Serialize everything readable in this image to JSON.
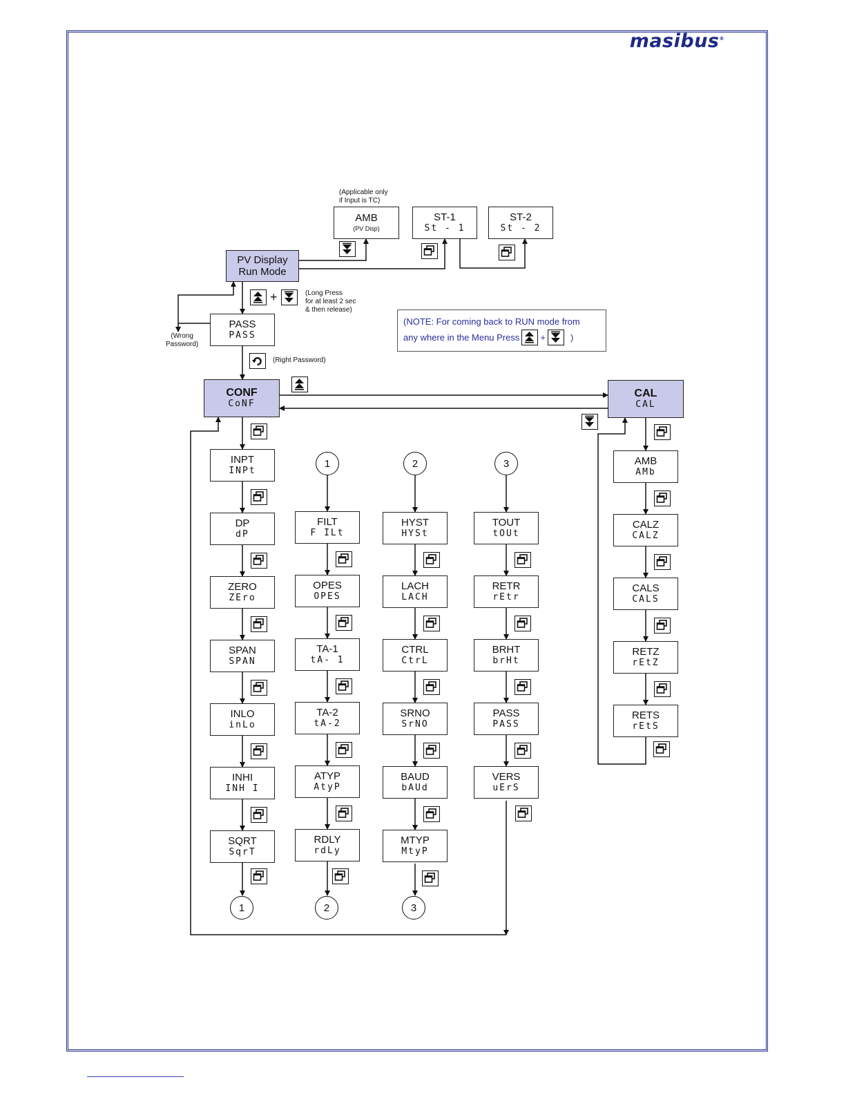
{
  "brand": {
    "logo_text": "masibus",
    "trademark": "®",
    "accent": "#1f2a86",
    "box_fill": "#c9c9e9"
  },
  "notes": {
    "amb_applicable": [
      "(Applicable only",
      "if Input is TC)"
    ],
    "long_press": [
      "(Long Press",
      "for at least 2 sec",
      "& then release)"
    ],
    "wrong_password": [
      "(Wrong",
      "Password)"
    ],
    "right_password": "(Right Password)"
  },
  "note_box": {
    "line1": "(NOTE: For coming back to RUN mode from",
    "line2": "any where in the Menu Press",
    "plus": "+",
    "close": ")"
  },
  "plus_sign": "+",
  "top": {
    "pv": {
      "line1": "PV Display",
      "line2": "Run Mode"
    },
    "amb": {
      "title": "AMB",
      "sub": "(PV Disp)"
    },
    "st1": {
      "title": "ST-1",
      "disp": "St - 1"
    },
    "st2": {
      "title": "ST-2",
      "disp": "St - 2"
    },
    "pass": {
      "title": "PASS",
      "disp": "PASS"
    }
  },
  "modes": {
    "conf": {
      "title": "CONF",
      "disp": "CoNF"
    },
    "cal": {
      "title": "CAL",
      "disp": "CAL"
    }
  },
  "columns": [
    [
      {
        "title": "INPT",
        "disp": "INPt"
      },
      {
        "title": "DP",
        "disp": "dP"
      },
      {
        "title": "ZERO",
        "disp": "ZEro"
      },
      {
        "title": "SPAN",
        "disp": "SPAN"
      },
      {
        "title": "INLO",
        "disp": "inLo"
      },
      {
        "title": "INHI",
        "disp": "INH I"
      },
      {
        "title": "SQRT",
        "disp": "SqrT"
      }
    ],
    [
      {
        "title": "FILT",
        "disp": "F ILt"
      },
      {
        "title": "OPES",
        "disp": "OPES"
      },
      {
        "title": "TA-1",
        "disp": "tA- 1"
      },
      {
        "title": "TA-2",
        "disp": "tA-2"
      },
      {
        "title": "ATYP",
        "disp": "AtyP"
      },
      {
        "title": "RDLY",
        "disp": "rdLy"
      }
    ],
    [
      {
        "title": "HYST",
        "disp": "HYSt"
      },
      {
        "title": "LACH",
        "disp": "LACH"
      },
      {
        "title": "CTRL",
        "disp": "CtrL"
      },
      {
        "title": "SRNO",
        "disp": "SrNO"
      },
      {
        "title": "BAUD",
        "disp": "bAUd"
      },
      {
        "title": "MTYP",
        "disp": "MtyP"
      }
    ],
    [
      {
        "title": "TOUT",
        "disp": "tOUt"
      },
      {
        "title": "RETR",
        "disp": "rEtr"
      },
      {
        "title": "BRHT",
        "disp": "brHt"
      },
      {
        "title": "PASS",
        "disp": "PASS"
      },
      {
        "title": "VERS",
        "disp": "uErS"
      }
    ],
    [
      {
        "title": "AMB",
        "disp": "AMb"
      },
      {
        "title": "CALZ",
        "disp": "CALZ"
      },
      {
        "title": "CALS",
        "disp": "CALS"
      },
      {
        "title": "RETZ",
        "disp": "rEtZ"
      },
      {
        "title": "RETS",
        "disp": "rEtS"
      }
    ]
  ],
  "connectors": {
    "one": "1",
    "two": "2",
    "three": "3"
  }
}
